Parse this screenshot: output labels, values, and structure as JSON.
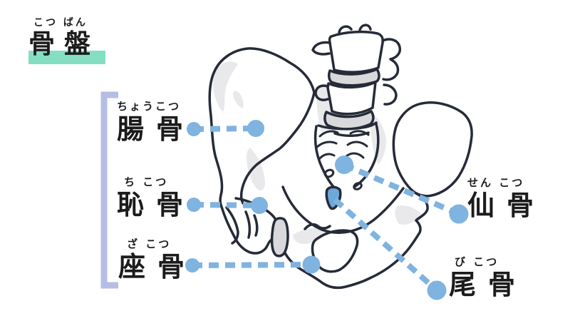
{
  "title": {
    "furigana": "こつ ばん",
    "text": "骨盤"
  },
  "labels": {
    "chokotsu": {
      "furigana": "ちょうこつ",
      "text": "腸骨"
    },
    "chikotsu": {
      "furigana": "ち こつ",
      "text": "恥骨"
    },
    "zakotsu": {
      "furigana": "ざ こつ",
      "text": "座骨"
    },
    "senkotsu": {
      "furigana": "せん こつ",
      "text": "仙骨"
    },
    "bikotsu": {
      "furigana": "び こつ",
      "text": "尾骨"
    }
  },
  "colors": {
    "leader_blue": "#7fb3e0",
    "coccyx_blue": "#6ca9db",
    "highlight_mint": "#84dfc2",
    "bracket_lavender": "#b6bde5",
    "line_ink": "#262b38",
    "shading_gray": "#e9e9ec",
    "disc_gray": "#d9d9dc"
  }
}
